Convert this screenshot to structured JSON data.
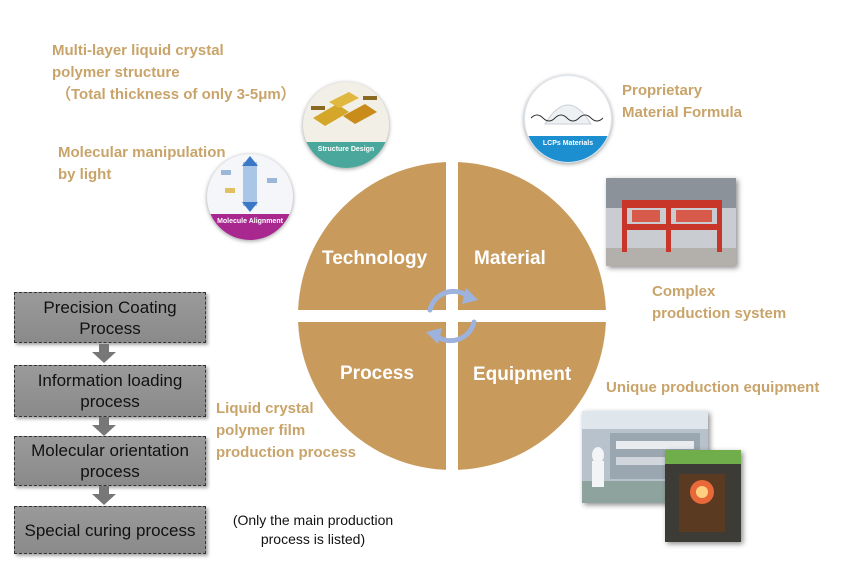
{
  "labels": {
    "multilayer": "Multi-layer liquid crystal",
    "multilayer2": "polymer structure",
    "multilayer3": "（Total thickness of only 3-5μm）",
    "molecular": "Molecular manipulation",
    "molecular2": "by light",
    "proprietary": "Proprietary",
    "proprietary2": "Material Formula",
    "complex": "Complex",
    "complex2": "production system",
    "unique": "Unique production equipment",
    "lcfilm": "Liquid crystal",
    "lcfilm2": "polymer film",
    "lcfilm3": "production process"
  },
  "quadrants": {
    "technology": "Technology",
    "material": "Material",
    "process": "Process",
    "equipment": "Equipment"
  },
  "bubbles": {
    "structure": "Structure Design",
    "lcps": "LCPs Materials",
    "molecule": "Molecule Alignment"
  },
  "steps": [
    "Precision Coating Process",
    "Information loading process",
    "Molecular orientation process",
    "Special curing process"
  ],
  "note": "(Only the main production process is listed)",
  "colors": {
    "accent_text": "#c9a46a",
    "quadrant_fill": "#c89a5c",
    "structure_band": "#4aa79c",
    "lcps_band": "#1c8fd0",
    "molecule_band": "#a8288f"
  }
}
